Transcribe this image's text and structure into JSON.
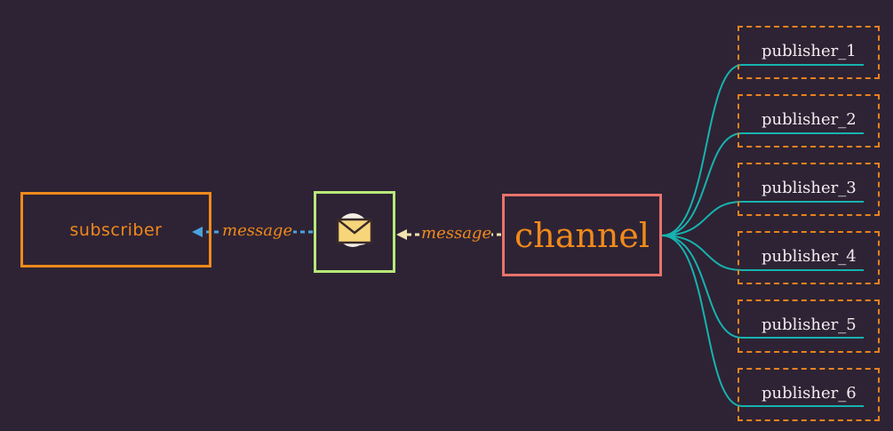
{
  "subscriber": {
    "label": "subscriber"
  },
  "arrows": {
    "message_left": "message",
    "message_right": "message"
  },
  "channel": {
    "label": "channel"
  },
  "envelope": {
    "icon": "envelope-icon"
  },
  "publishers": [
    {
      "label": "publisher_1"
    },
    {
      "label": "publisher_2"
    },
    {
      "label": "publisher_3"
    },
    {
      "label": "publisher_4"
    },
    {
      "label": "publisher_5"
    },
    {
      "label": "publisher_6"
    }
  ],
  "colors": {
    "background": "#2e2334",
    "subscriber": "#f08a1c",
    "envelope_box": "#b7e87a",
    "channel_box": "#e8736b",
    "publisher_box": "#e8831e",
    "connector": "#17b3b0",
    "arrow_left": "#4aa3df",
    "arrow_right": "#f3e3b0"
  }
}
